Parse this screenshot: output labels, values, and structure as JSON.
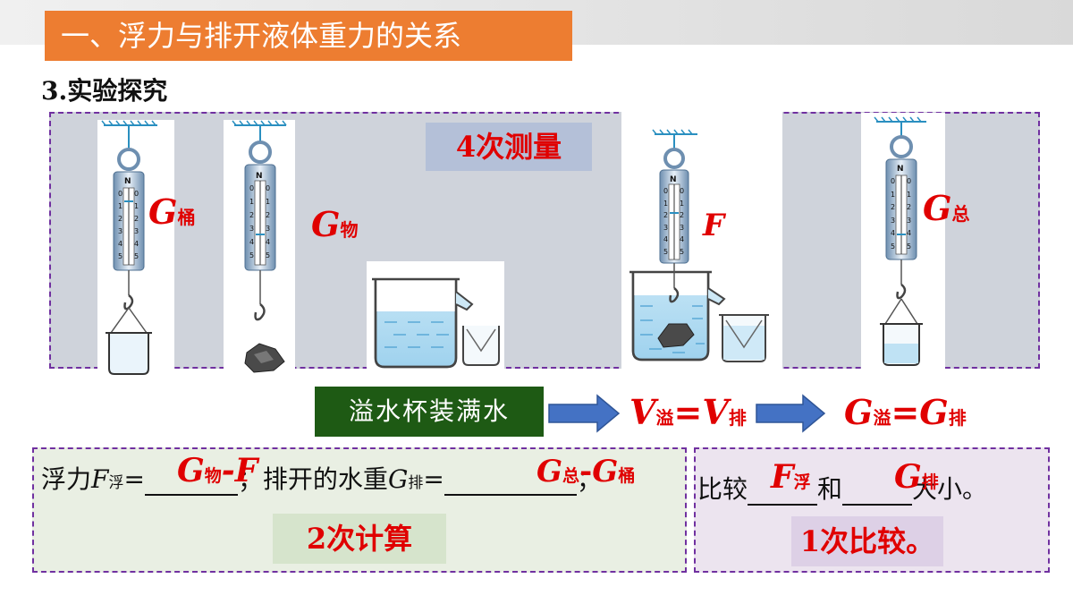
{
  "header": {
    "title": "一、浮力与排开液体重力的关系"
  },
  "section": {
    "subtitle": "3.实验探究"
  },
  "experiment": {
    "measure_label": "4次测量",
    "labels": {
      "g_bucket": {
        "main": "G",
        "sub": "桶"
      },
      "g_object": {
        "main": "G",
        "sub": "物"
      },
      "f": {
        "main": "F"
      },
      "g_total": {
        "main": "G",
        "sub": "总"
      }
    },
    "scale_letter": "N",
    "scale_ticks": [
      "0",
      "1",
      "2",
      "3",
      "4",
      "5"
    ]
  },
  "flow": {
    "step1": "溢水杯装满水",
    "step2": {
      "left": "V",
      "left_sub": "溢",
      "eq": "=",
      "right": "V",
      "right_sub": "排"
    },
    "step3": {
      "left": "G",
      "left_sub": "溢",
      "eq": "=",
      "right": "G",
      "right_sub": "排"
    }
  },
  "calc": {
    "text1": "浮力",
    "f_main": "F",
    "f_sub": "浮",
    "eq": "=",
    "ans1_main": "G",
    "ans1_sub": "物",
    "ans1_minus": "-F",
    "text2": "；排开的水重",
    "g_main": "G",
    "g_sub": "排",
    "ans2_main1": "G",
    "ans2_sub1": "总",
    "ans2_minus": "-",
    "ans2_main2": "G",
    "ans2_sub2": "桶",
    "end": "；",
    "label": "2次计算"
  },
  "compare": {
    "text1": "比较",
    "ans1_main": "F",
    "ans1_sub": "浮",
    "text2": "和",
    "ans2_main": "G",
    "ans2_sub": "排",
    "text3": "大小。",
    "label": "1次比较。"
  }
}
